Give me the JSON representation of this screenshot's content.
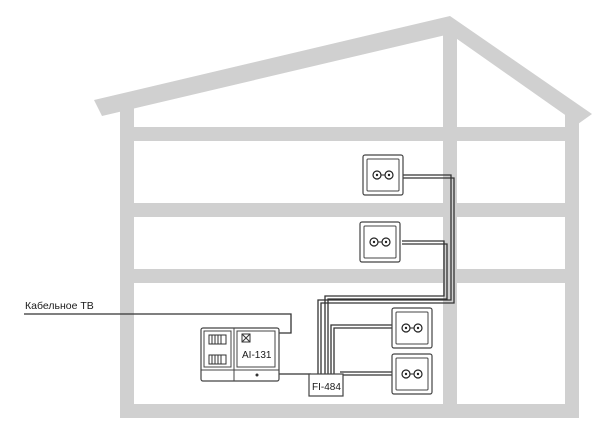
{
  "diagram": {
    "input_label": "Кабельное ТВ",
    "amplifier_label": "AI-131",
    "splitter_label": "FI-484",
    "outlet_count": 4,
    "colors": {
      "house": "#d0d0d0",
      "cable": "#333333",
      "device_stroke": "#444444",
      "device_fill": "#ffffff"
    },
    "icons": [
      "house-frame",
      "tv-outlet",
      "amplifier",
      "splitter",
      "cable"
    ]
  }
}
